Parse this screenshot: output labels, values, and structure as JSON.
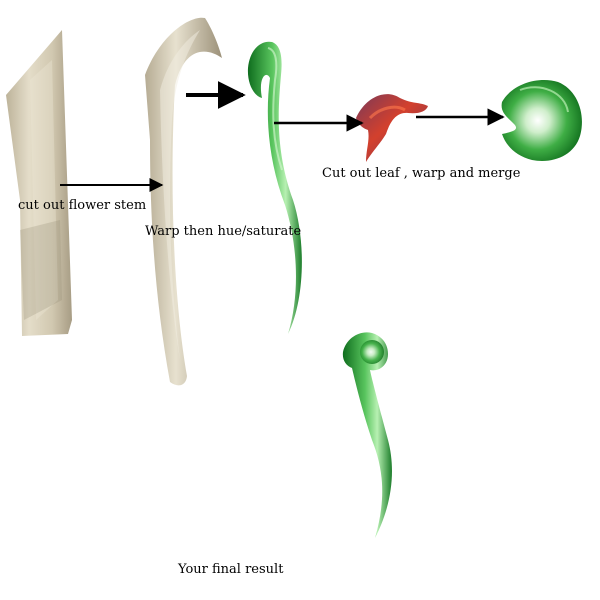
{
  "steps": {
    "cut_stem": "cut out flower stem",
    "warp_hue": "Warp then hue/saturate",
    "cut_leaf": "Cut out leaf , warp and merge",
    "final": "Your final result"
  },
  "colors": {
    "stem_raw": "#d4ccb6",
    "stem_green": "#2f9a3a",
    "leaf_red": "#b43b2d",
    "arrow": "#000000"
  }
}
